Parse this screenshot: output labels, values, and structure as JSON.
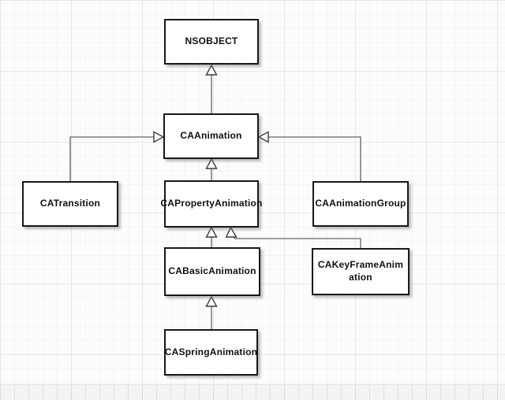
{
  "diagram": {
    "type": "uml-class-hierarchy",
    "nodes": {
      "nsobject": {
        "label": "NSOBJECT"
      },
      "caanimation": {
        "label": "CAAnimation"
      },
      "catransition": {
        "label": "CATransition"
      },
      "capropertyanimation": {
        "label": "CAPropertyAnimation"
      },
      "caanimationgroup": {
        "label": "CAAnimationGroup"
      },
      "cabasicanimation": {
        "label": "CABasicAnimation"
      },
      "cakeyframeanimation": {
        "label": "CAKeyFrameAnimation"
      },
      "caspringanimation": {
        "label": "CASpringAnimation"
      }
    },
    "edges": [
      {
        "from": "CAAnimation",
        "to": "NSOBJECT",
        "type": "inheritance"
      },
      {
        "from": "CATransition",
        "to": "CAAnimation",
        "type": "inheritance"
      },
      {
        "from": "CAPropertyAnimation",
        "to": "CAAnimation",
        "type": "inheritance"
      },
      {
        "from": "CAAnimationGroup",
        "to": "CAAnimation",
        "type": "inheritance"
      },
      {
        "from": "CABasicAnimation",
        "to": "CAPropertyAnimation",
        "type": "inheritance"
      },
      {
        "from": "CAKeyFrameAnimation",
        "to": "CAPropertyAnimation",
        "type": "inheritance"
      },
      {
        "from": "CASpringAnimation",
        "to": "CABasicAnimation",
        "type": "inheritance"
      }
    ],
    "colors": {
      "box_fill": "#ffffff",
      "box_border": "#181818",
      "connector": "#7e7e7e",
      "arrowhead_fill": "#ffffff",
      "background": "#fdfcfc",
      "grid_line": "#e9e2e2"
    }
  }
}
